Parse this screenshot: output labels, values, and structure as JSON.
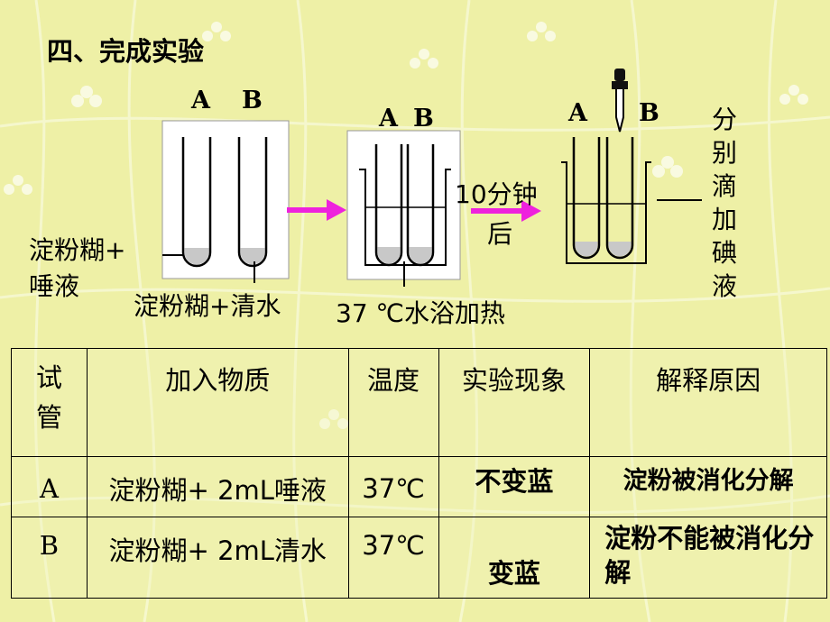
{
  "title": "四、完成实验",
  "diagram": {
    "step1": {
      "label_a": "A",
      "label_b": "B",
      "left_label_line1": "淀粉糊+",
      "left_label_line2": "唾液",
      "bottom_label": "淀粉糊+清水"
    },
    "step2": {
      "label_a": "A",
      "label_b": "B",
      "bottom_label": "37 ℃水浴加热"
    },
    "step2_arrow_line1": "10分钟",
    "step2_arrow_line2": "后",
    "step3": {
      "label_a": "A",
      "label_b": "B",
      "right_label": "分别滴加碘液"
    },
    "colors": {
      "arrow": "#ee22dd",
      "starch": "#c8c8c8",
      "background": "#eef0a6"
    }
  },
  "table": {
    "headers": [
      "试管",
      "加入物质",
      "温度",
      "实验现象",
      "解释原因"
    ],
    "rows": [
      [
        "A",
        "淀粉糊+ 2mL唾液",
        "37℃",
        "不变蓝",
        "淀粉被消化分解"
      ],
      [
        "B",
        "淀粉糊+ 2mL清水",
        "37℃",
        "变蓝",
        "淀粉不能被消化分解"
      ]
    ]
  }
}
